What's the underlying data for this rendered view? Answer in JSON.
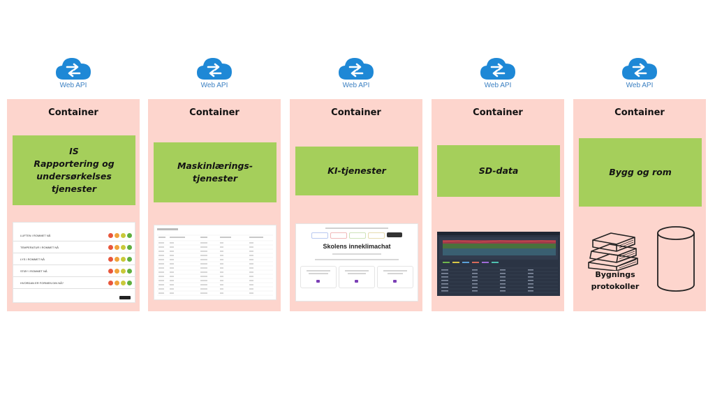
{
  "api_label": "Web API",
  "container_label": "Container",
  "columns": [
    {
      "service_lines": [
        "IS",
        "Rapportering og",
        "undersørkelses",
        "tjenester"
      ]
    },
    {
      "service_lines": [
        "Maskinlærings-",
        "tjenester"
      ]
    },
    {
      "service_lines": [
        "KI-tjenester"
      ]
    },
    {
      "service_lines": [
        "SD-data"
      ]
    },
    {
      "service_lines": [
        "Bygg og rom"
      ]
    }
  ],
  "survey": {
    "rows": [
      "LUFTEN I ROMMET NÅ",
      "TEMPERATUR I ROMMET NÅ",
      "LYS I ROMMET NÅ",
      "STØY I ROMMET NÅ",
      "HVORDAN ER FORMEN DIN NÅ?"
    ]
  },
  "ki_screenshot": {
    "title": "Skolens inneklimachat"
  },
  "building": {
    "protocol_lines": [
      "Bygnings",
      "protokoller"
    ]
  },
  "colors": {
    "container_bg": "#fdd5cd",
    "tape_green": "#a5cf5b",
    "cloud_blue": "#1e88d6",
    "api_text": "#3a7fc1"
  }
}
